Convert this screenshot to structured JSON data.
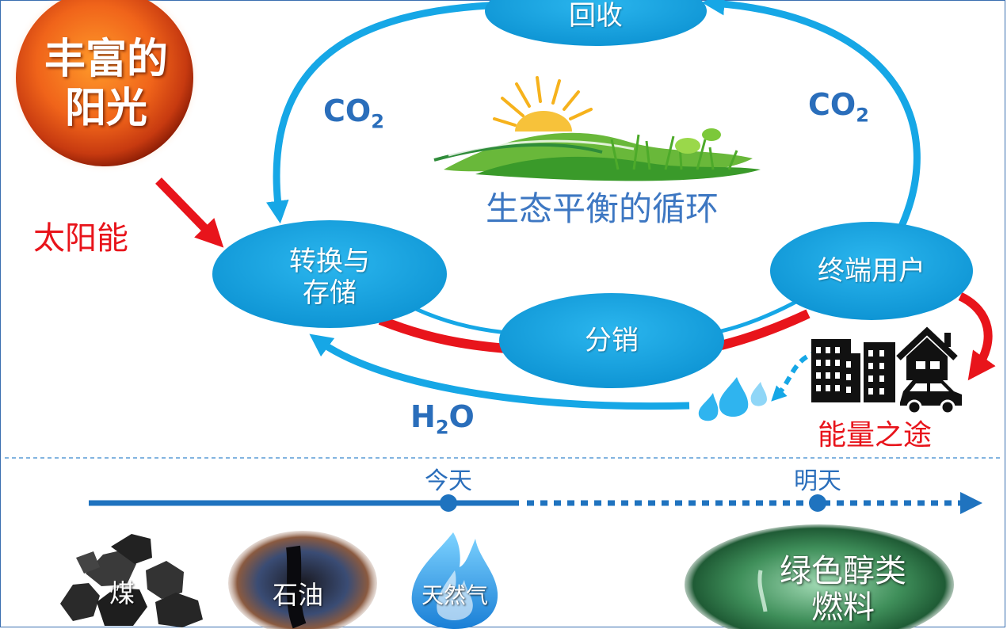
{
  "sun": {
    "line1": "丰富的",
    "line2": "阳光"
  },
  "solar_label": "太阳能",
  "nodes": {
    "recycle": "回收",
    "convert_line1": "转换与",
    "convert_line2": "存储",
    "distribute": "分销",
    "end_user": "终端用户"
  },
  "co2_left": {
    "base": "CO",
    "sub": "2"
  },
  "co2_right": {
    "base": "CO",
    "sub": "2"
  },
  "h2o": {
    "h": "H",
    "sub": "2",
    "o": "O"
  },
  "center_label": "生态平衡的循环",
  "energy_use_label": "能量之途",
  "timeline": {
    "today": "今天",
    "tomorrow": "明天"
  },
  "fuels": {
    "coal": "煤",
    "oil": "石油",
    "gas": "天然气",
    "green_line1": "绿色醇类",
    "green_line2": "燃料"
  },
  "colors": {
    "node_blue": "#14a5e2",
    "cycle_blue": "#16a7e6",
    "energy_red": "#e8141b",
    "timeline_blue": "#1f73bf"
  }
}
